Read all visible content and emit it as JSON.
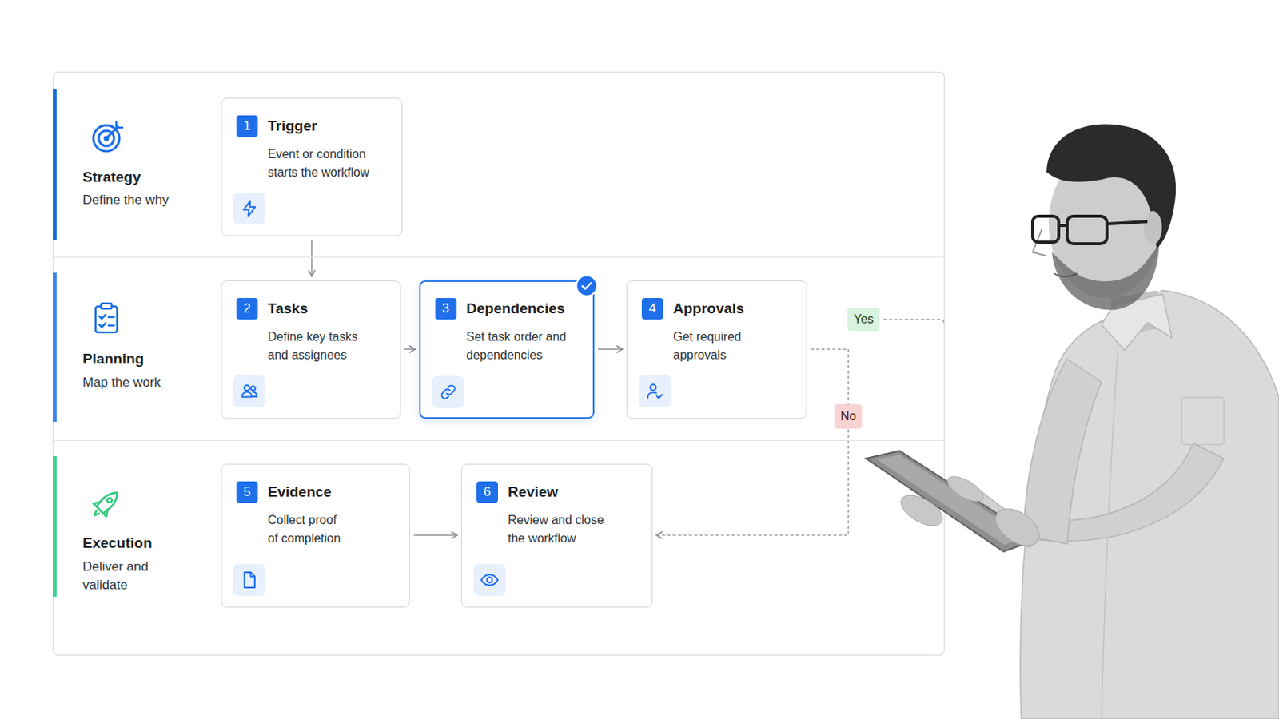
{
  "diagram": {
    "nodes": [
      {
        "text": [
          "Strategy",
          "Define the why"
        ]
      },
      {
        "text": [
          "1",
          "Trigger",
          "Event or condition starts the workflow"
        ],
        "in": 0
      },
      {
        "text": [
          "Planning",
          "Map the work"
        ]
      },
      {
        "text": [
          "2",
          "Tasks",
          "Define key tasks and assignees"
        ],
        "in": 2
      },
      {
        "text": [
          "3",
          "Dependencies",
          "Set task order and dependencies"
        ],
        "in": 2
      },
      {
        "text": [
          "4",
          "Approvals",
          "Get required approvals"
        ],
        "in": 2
      },
      {
        "text": [
          "Execution",
          "Deliver and validate"
        ]
      },
      {
        "text": [
          "5",
          "Evidence",
          "Collect proof of completion"
        ],
        "in": 6
      },
      {
        "text": [
          "6",
          "Review",
          "Review and close the workflow"
        ],
        "in": 6
      }
    ],
    "edges": [
      {
        "from": 1,
        "to": 3,
        "arrow": "to"
      },
      {
        "from": 3,
        "to": 4,
        "arrow": "to"
      },
      {
        "from": 4,
        "to": 5,
        "arrow": "to"
      },
      {
        "from": 5,
        "to": 8,
        "label": "No",
        "arrow": "to"
      },
      {
        "from": 7,
        "to": 8,
        "arrow": "to"
      }
    ],
    "labels": [
      "Yes"
    ]
  }
}
